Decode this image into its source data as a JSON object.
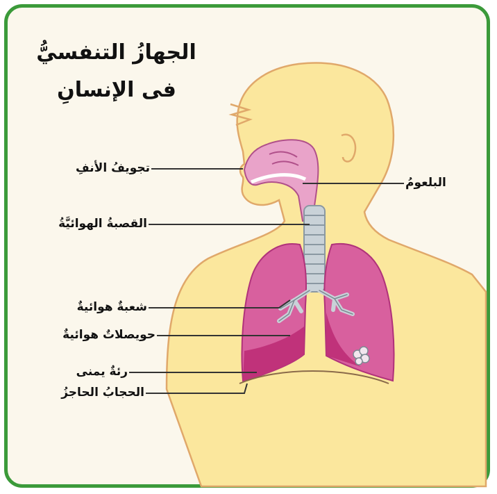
{
  "title": {
    "line1": "الجهازُ التنفسيُّ",
    "line2": "فى الإنسانِ"
  },
  "labels": {
    "nasal_cavity": "تجويفُ الأنفِ",
    "pharynx": "البلعومُ",
    "trachea": "القصبةُ الهوائيَّةُ",
    "bronchiole": "شعبةٌ هوائيةٌ",
    "alveoli": "حويصلاتٌ هوائيةٌ",
    "right_lung": "رئةٌ يمنى",
    "diaphragm": "الحجابُ الحاجزُ"
  },
  "colors": {
    "border": "#3b9a3a",
    "background": "#fbf7ec",
    "skin": "#fbe79d",
    "skin_outline": "#e0a86a",
    "lung": "#d8609e",
    "lung_dark": "#c0327a",
    "airway": "#e9a3c9",
    "trachea": "#c9d2d8",
    "leader_line": "#333333"
  }
}
